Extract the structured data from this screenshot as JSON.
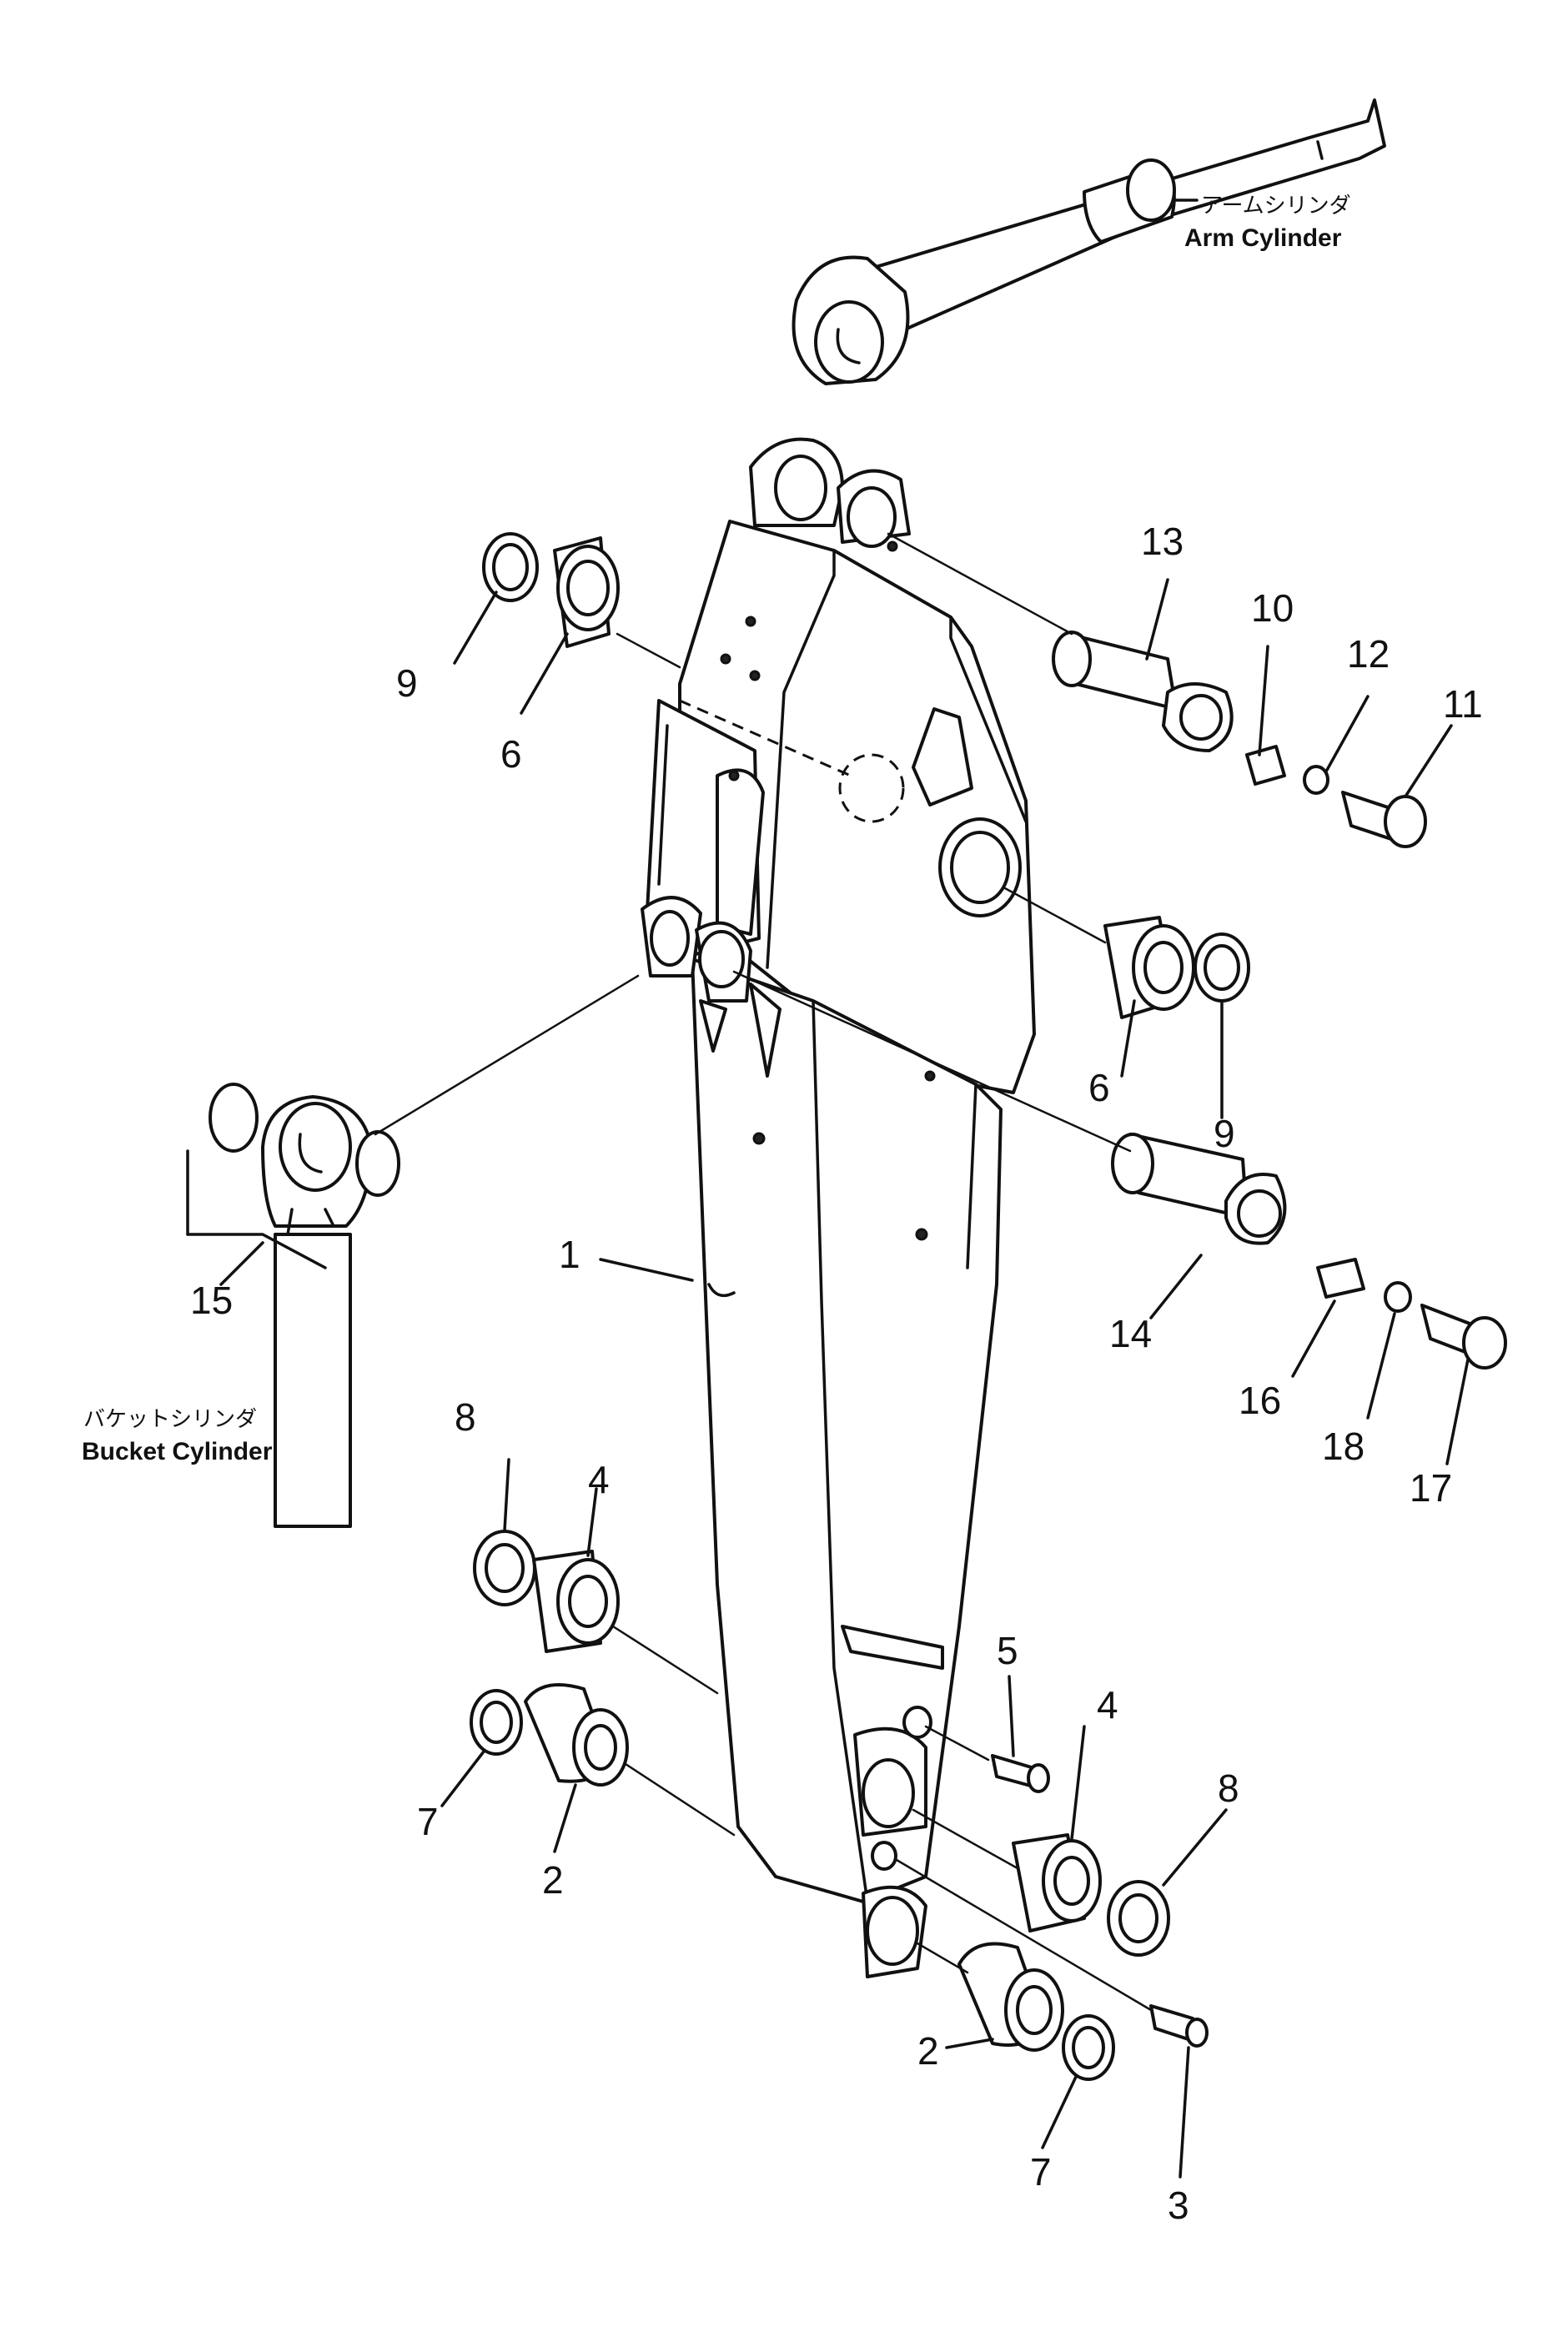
{
  "labels": {
    "arm_cylinder_jp": "アームシリンダ",
    "arm_cylinder_en": "Arm  Cylinder",
    "bucket_cylinder_jp": "バケットシリンダ",
    "bucket_cylinder_en": "Bucket  Cylinder"
  },
  "callouts": {
    "c1": "1",
    "c2a": "2",
    "c2b": "2",
    "c3": "3",
    "c4a": "4",
    "c4b": "4",
    "c5": "5",
    "c6a": "6",
    "c6b": "6",
    "c7a": "7",
    "c7b": "7",
    "c8a": "8",
    "c8b": "8",
    "c9a": "9",
    "c9b": "9",
    "c10": "10",
    "c11": "11",
    "c12": "12",
    "c13": "13",
    "c14": "14",
    "c15": "15",
    "c16": "16",
    "c17": "17",
    "c18": "18"
  }
}
